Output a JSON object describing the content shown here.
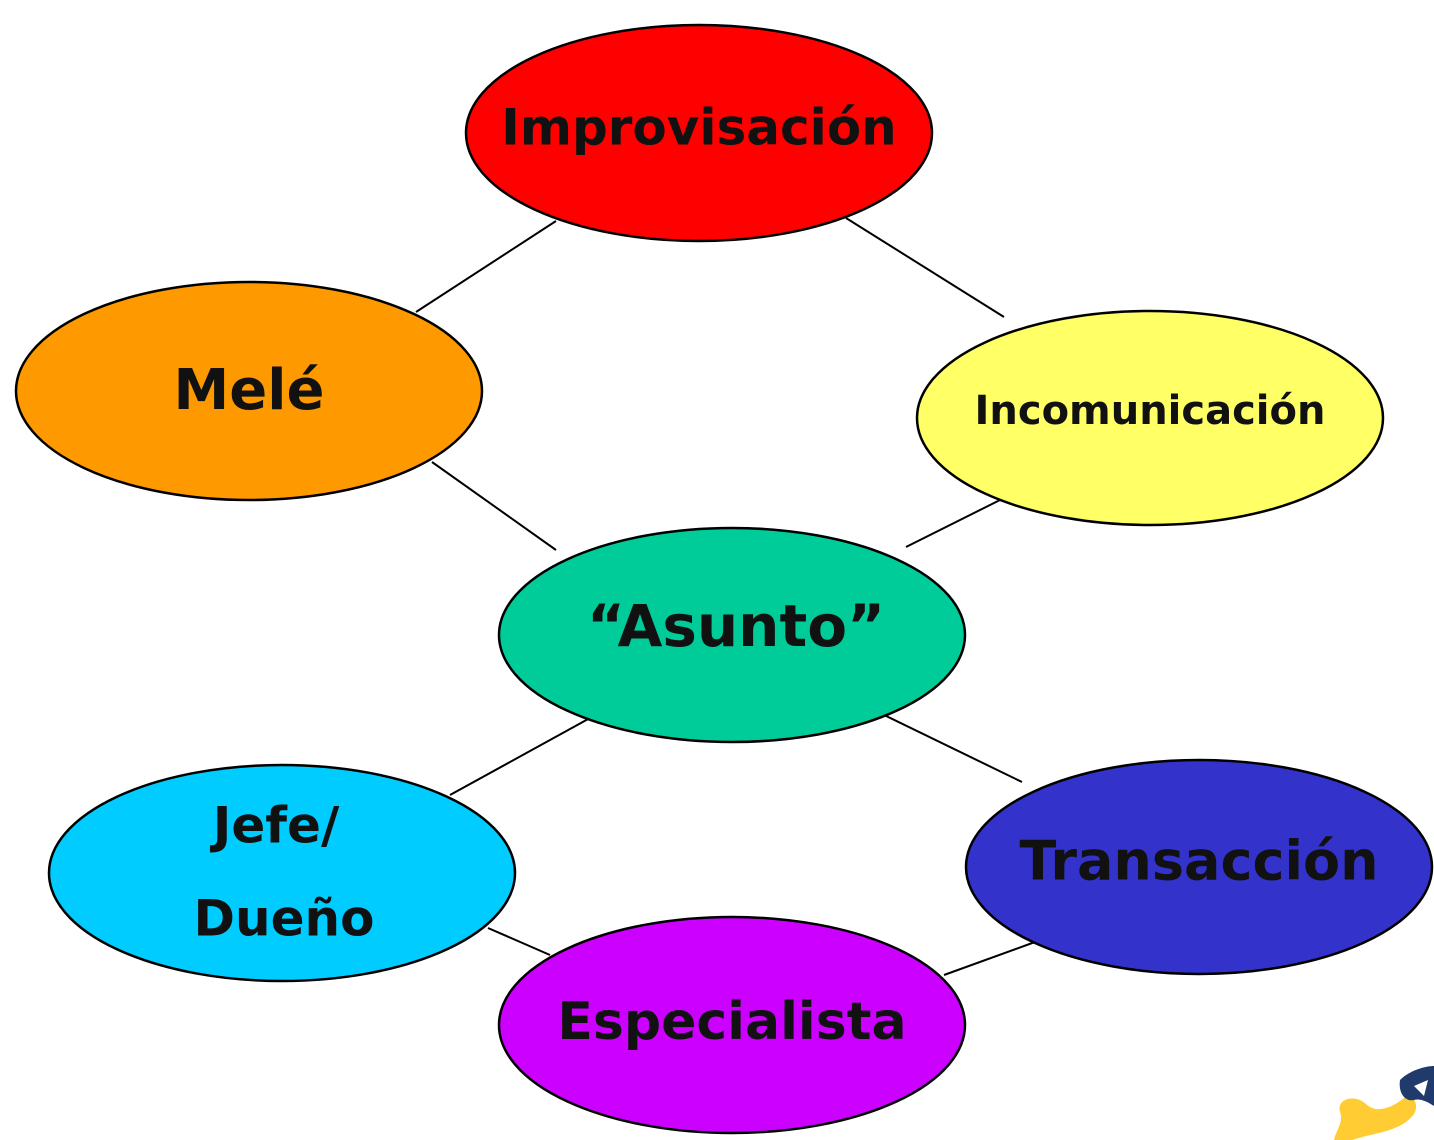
{
  "nodes": {
    "center": {
      "label": "“Asunto”",
      "color": "#00CC99"
    },
    "top": {
      "label": "Improvisación",
      "color": "#FF0000"
    },
    "left": {
      "label": "Melé",
      "color": "#FF9900"
    },
    "right": {
      "label": "Incomunicación",
      "color": "#FFFF66"
    },
    "lower_left": {
      "label_line1": "Jefe/",
      "label_line2": "Dueño",
      "color": "#00CCFF"
    },
    "lower_right": {
      "label": "Transacción",
      "color": "#3333CC"
    },
    "bottom": {
      "label": "Especialista",
      "color": "#CC00FF"
    }
  },
  "logo": {
    "icon": "corner-logo-icon",
    "colors": [
      "#FFCC33",
      "#1F3A6B"
    ]
  }
}
